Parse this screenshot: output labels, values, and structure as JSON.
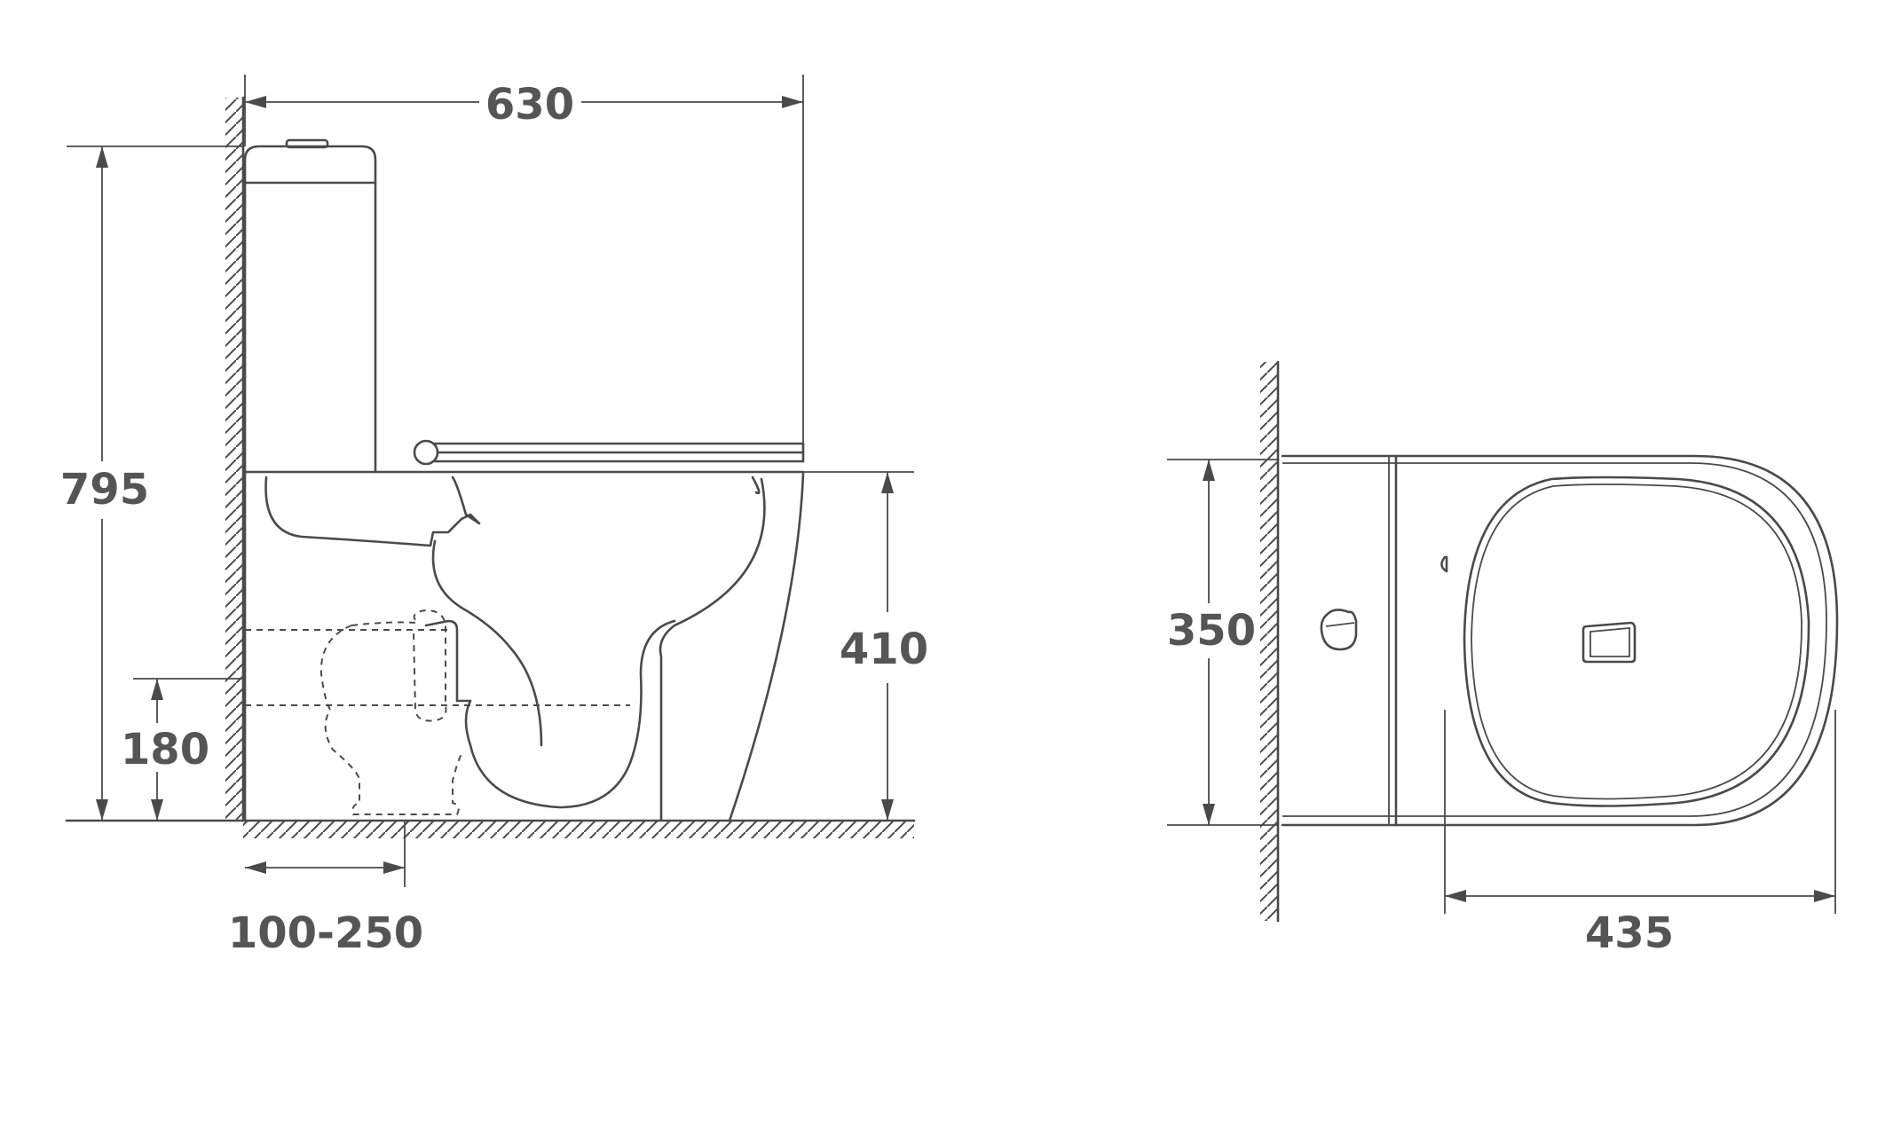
{
  "side_view": {
    "width_label": "630",
    "height_label": "795",
    "seat_height_label": "410",
    "outlet_height_label": "180",
    "rough_in_label": "100-250"
  },
  "top_view": {
    "depth_label": "350",
    "width_label": "435"
  }
}
